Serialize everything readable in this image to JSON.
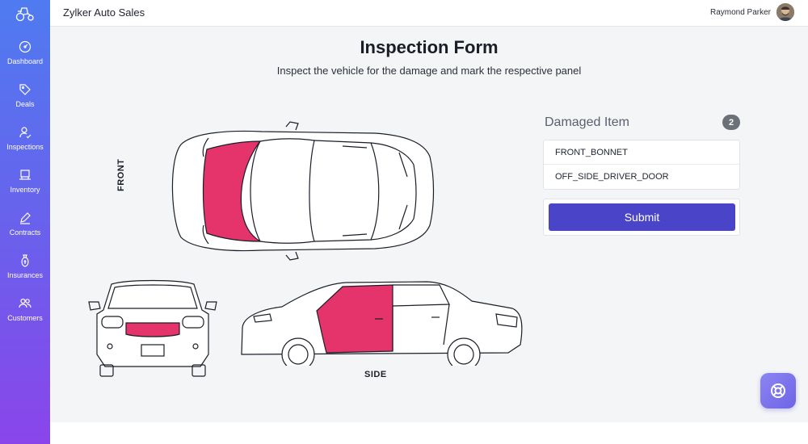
{
  "app": {
    "title": "Zylker Auto Sales"
  },
  "user": {
    "name": "Raymond Parker"
  },
  "sidebar": {
    "items": [
      {
        "label": "Dashboard",
        "icon": "dashboard-icon"
      },
      {
        "label": "Deals",
        "icon": "tag-icon"
      },
      {
        "label": "Inspections",
        "icon": "inspection-icon"
      },
      {
        "label": "Inventory",
        "icon": "inventory-icon"
      },
      {
        "label": "Contracts",
        "icon": "pen-icon"
      },
      {
        "label": "Insurances",
        "icon": "insurance-icon"
      },
      {
        "label": "Customers",
        "icon": "customers-icon"
      }
    ]
  },
  "form": {
    "title": "Inspection Form",
    "subtitle": "Inspect the vehicle for the damage and mark the respective panel",
    "front_label": "FRONT",
    "side_label": "SIDE"
  },
  "damaged": {
    "title": "Damaged Item",
    "count": "2",
    "items": [
      "FRONT_BONNET",
      "OFF_SIDE_DRIVER_DOOR"
    ]
  },
  "actions": {
    "submit_label": "Submit"
  },
  "colors": {
    "damage": "#e5336b",
    "accent": "#4a45c8",
    "sidebar_top": "#4f7bf0",
    "sidebar_bottom": "#8a45ea"
  }
}
